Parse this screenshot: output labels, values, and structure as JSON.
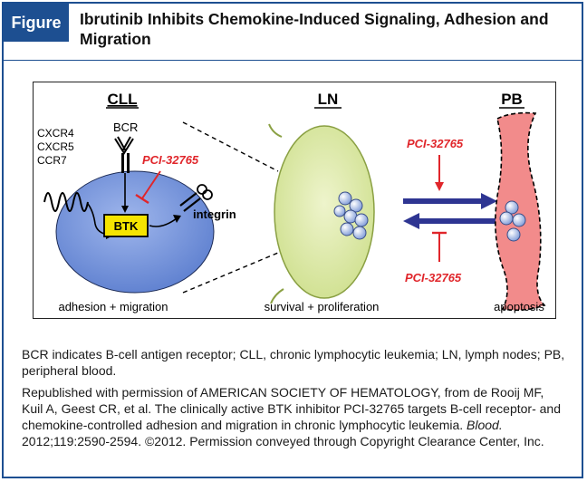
{
  "header": {
    "tag": "Figure",
    "title": "Ibrutinib Inhibits Chemokine-Induced Signaling, Adhesion and Migration"
  },
  "diagram": {
    "panels": {
      "cll": "CLL",
      "ln": "LN",
      "pb": "PB"
    },
    "cll": {
      "receptors": [
        "CXCR4",
        "CXCR5",
        "CCR7"
      ],
      "bcr": "BCR",
      "btk": "BTK",
      "integrin": "integrin",
      "inhibitor": "PCI-32765",
      "footer": "adhesion + migration"
    },
    "ln": {
      "footer": "survival + proliferation"
    },
    "pb": {
      "inhibitor_top": "PCI-32765",
      "inhibitor_bottom": "PCI-32765",
      "footer": "apoptosis"
    },
    "colors": {
      "inhibitor": "#e0262b",
      "cell": "#6f8ed6",
      "node": "#dbe8a8",
      "vessel": "#f28b8b",
      "arrow": "#2e3592",
      "btk": "#f5e400"
    }
  },
  "caption": {
    "abbrev": "BCR indicates B-cell antigen receptor; CLL, chronic lymphocytic leukemia; LN, lymph nodes; PB, peripheral blood.",
    "permission_pre": "Republished with permission of AMERICAN SOCIETY OF HEMATOLOGY, from de Rooij MF, Kuil A, Geest CR, et al. The clinically active BTK inhibitor PCI-32765 targets B-cell receptor- and chemokine-controlled adhesion and migration in chronic lymphocytic leukemia. ",
    "journal": "Blood.",
    "permission_post": " 2012;119:2590-2594. ©2012. Permission conveyed through Copyright Clearance Center, Inc."
  }
}
